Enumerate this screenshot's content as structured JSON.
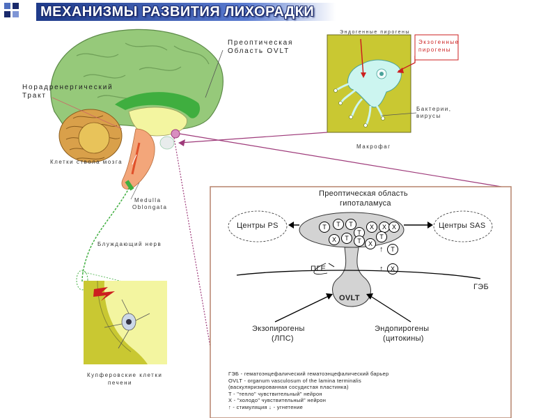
{
  "title": "МЕХАНИЗМЫ РАЗВИТИЯ ЛИХОРАДКИ",
  "brain": {
    "label_ovlt_line1": "Преоптическая",
    "label_ovlt_line2": "Область  OVLT",
    "label_tract_line1": "Норадренергический",
    "label_tract_line2": "Тракт",
    "label_brainstem": "Клетки ствола мозга",
    "label_medulla_line1": "Medulla",
    "label_medulla_line2": "Oblongata",
    "label_vagus": "Блуждающий нерв",
    "label_paraganglion_line1": "Купферовские клетки",
    "label_paraganglion_line2": "печени"
  },
  "macrophage": {
    "label_top": "Эндогенные пирогены",
    "label_exo_line1": "Экзогенные",
    "label_exo_line2": "пирогены",
    "label_bact_line1": "Бактерии,",
    "label_bact_line2": "вирусы",
    "caption": "Макрофаг"
  },
  "panel": {
    "heading_line1": "Преоптическая область",
    "heading_line2": "гипоталамуса",
    "center_ps": "Центры PS",
    "center_sas": "Центры SAS",
    "pge": "ПГЕ",
    "geb": "ГЭБ",
    "ovlt": "OVLT",
    "t_label": "T",
    "x_label": "X",
    "up_arrow": "↑",
    "exo_line1": "Экзопирогены",
    "exo_line2": "(ЛПС)",
    "endo_line1": "Эндопирогены",
    "endo_line2": "(цитокины)",
    "neurons": [
      "T",
      "T",
      "T",
      "T",
      "X",
      "X",
      "X",
      "T",
      "T",
      "X",
      "X",
      "T"
    ],
    "legend": [
      "ГЭБ - гематоэнцефалический гематоэнцефалический барьер",
      "OVLT - organum vasculosum of the lamina terminalis",
      "(васкуляризированная сосудистая пластинка)",
      "T - \"тепло\" чувствительный\" нейрон",
      "X - \"холодо\" чувствительный\" нейрон",
      "↑ - стимуляция   ↓ - угнетение"
    ]
  },
  "colors": {
    "brain_green": "#96c97a",
    "cerebellum": "#d9a04a",
    "yellow_fill": "#f3f5a0",
    "olive_box": "#c9c832",
    "macrophage": "#ccf5f0",
    "panel_border": "#b5826b",
    "pathway_purple": "#9e3a7a",
    "red": "#cc1f1f"
  }
}
